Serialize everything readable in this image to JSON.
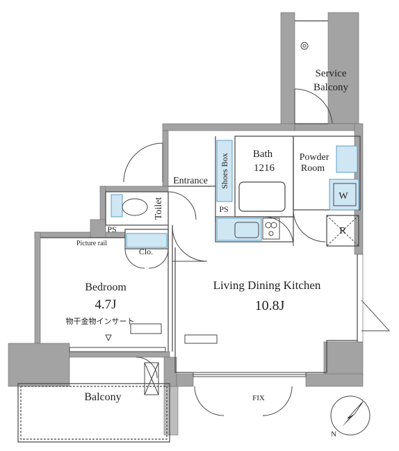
{
  "labels": {
    "service_balcony_1": "Service",
    "service_balcony_2": "Balcony",
    "bath_1": "Bath",
    "bath_2": "1216",
    "powder_1": "Powder",
    "powder_2": "Room",
    "entrance": "Entrance",
    "shoes_box": "Shoes Box",
    "toilet": "Toilet",
    "ps_left": "PS",
    "ps_mid": "PS",
    "picture_rail": "Picture rail",
    "clo": "Clo.",
    "w": "W",
    "r": "R",
    "bedroom": "Bedroom",
    "bedroom_size": "4.7J",
    "drying_hardware": "物干金物インサート",
    "ldk": "Living Dining Kitchen",
    "ldk_size": "10.8J",
    "balcony": "Balcony",
    "fix": "FIX",
    "north": "N"
  },
  "colors": {
    "wall": "#a3a3a3",
    "wall_dark": "#8c8c8c",
    "fixture_fill": "#cfe6f3",
    "fixture_stroke": "#5b9fc7",
    "line": "#444444"
  }
}
